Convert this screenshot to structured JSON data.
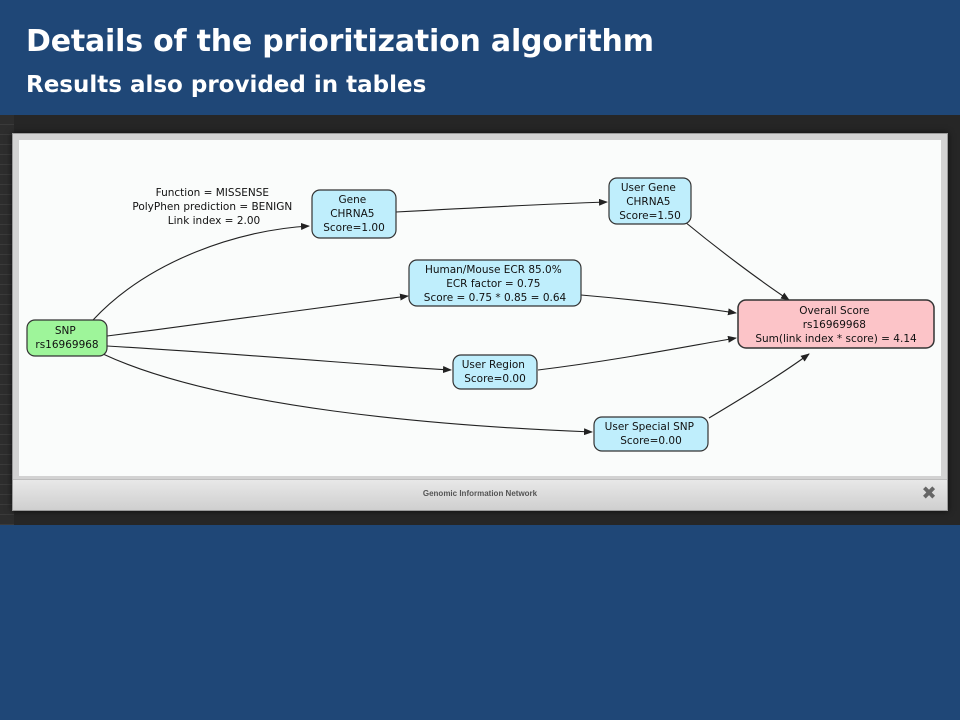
{
  "slide": {
    "title": "Details of the prioritization algorithm",
    "subtitle": "Results also provided in tables"
  },
  "dialog": {
    "footer_title": "Genomic Information Network",
    "close_icon": "close-icon"
  },
  "diagram": {
    "colors": {
      "snp_fill": "#9ef59a",
      "node_fill": "#bfeefc",
      "overall_fill": "#fcc4c8",
      "stroke": "#333333"
    },
    "nodes": {
      "snp": {
        "lines": [
          "SNP",
          "rs16969968"
        ]
      },
      "gene": {
        "lines": [
          "Gene",
          "CHRNA5",
          "Score=1.00"
        ]
      },
      "user_gene": {
        "lines": [
          "User Gene",
          "CHRNA5",
          "Score=1.50"
        ]
      },
      "ecr": {
        "lines": [
          "Human/Mouse ECR 85.0%",
          "ECR factor = 0.75",
          "Score = 0.75 * 0.85 = 0.64"
        ]
      },
      "user_region": {
        "lines": [
          "User Region",
          "Score=0.00"
        ]
      },
      "user_special": {
        "lines": [
          "User Special SNP",
          "Score=0.00"
        ]
      },
      "overall": {
        "lines": [
          "Overall Score",
          "rs16969968",
          "Sum(link index * score) = 4.14"
        ]
      }
    },
    "edge_label": {
      "lines": [
        "Function = MISSENSE",
        "PolyPhen prediction = BENIGN",
        "Link index = 2.00"
      ]
    }
  }
}
